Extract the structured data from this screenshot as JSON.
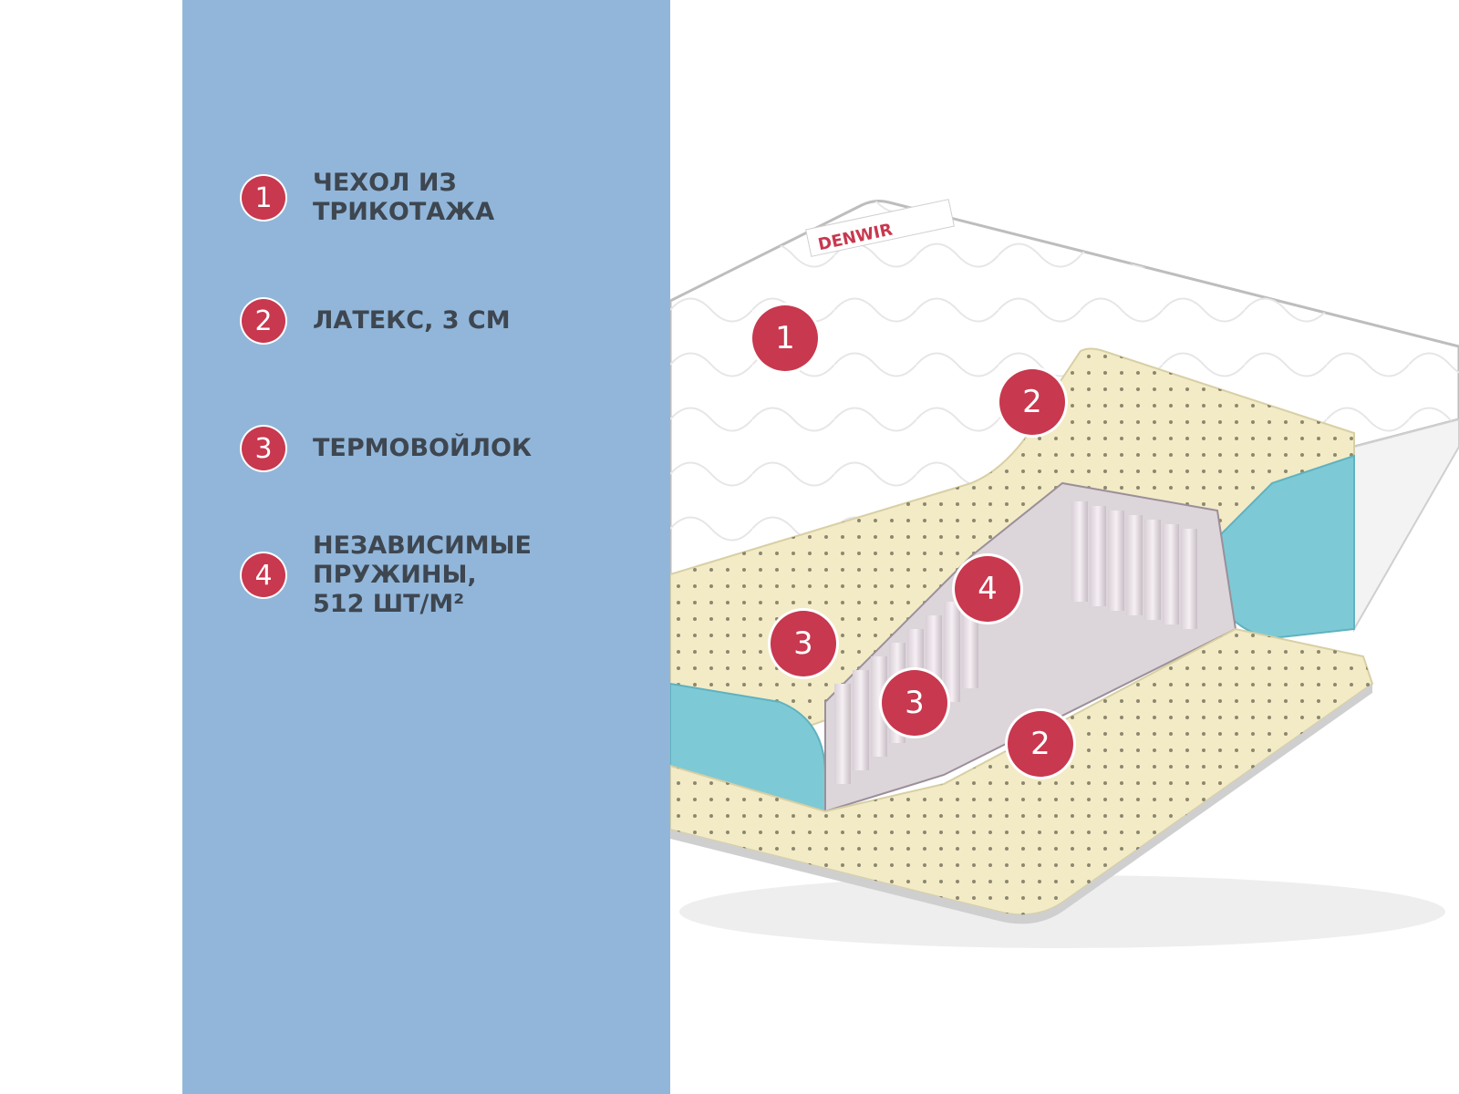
{
  "legend": [
    {
      "number": "1",
      "lines": [
        "ЧЕХОЛ ИЗ",
        "ТРИКОТАЖА"
      ]
    },
    {
      "number": "2",
      "lines": [
        "ЛАТЕКС, 3 СМ"
      ]
    },
    {
      "number": "3",
      "lines": [
        "ТЕРМОВОЙЛОК"
      ]
    },
    {
      "number": "4",
      "lines": [
        "НЕЗАВИСИМЫЕ",
        "ПРУЖИНЫ,",
        "512 ШТ/М²"
      ]
    }
  ],
  "brand": "DENWIR",
  "markers": [
    "1",
    "2",
    "3",
    "4",
    "3",
    "2"
  ],
  "colors": {
    "panel": "#91b6da",
    "badge": "#c8384e",
    "text": "#3e4650",
    "latex": "#f2ebc6",
    "foam": "#7dcad6",
    "cover": "#ffffff"
  }
}
